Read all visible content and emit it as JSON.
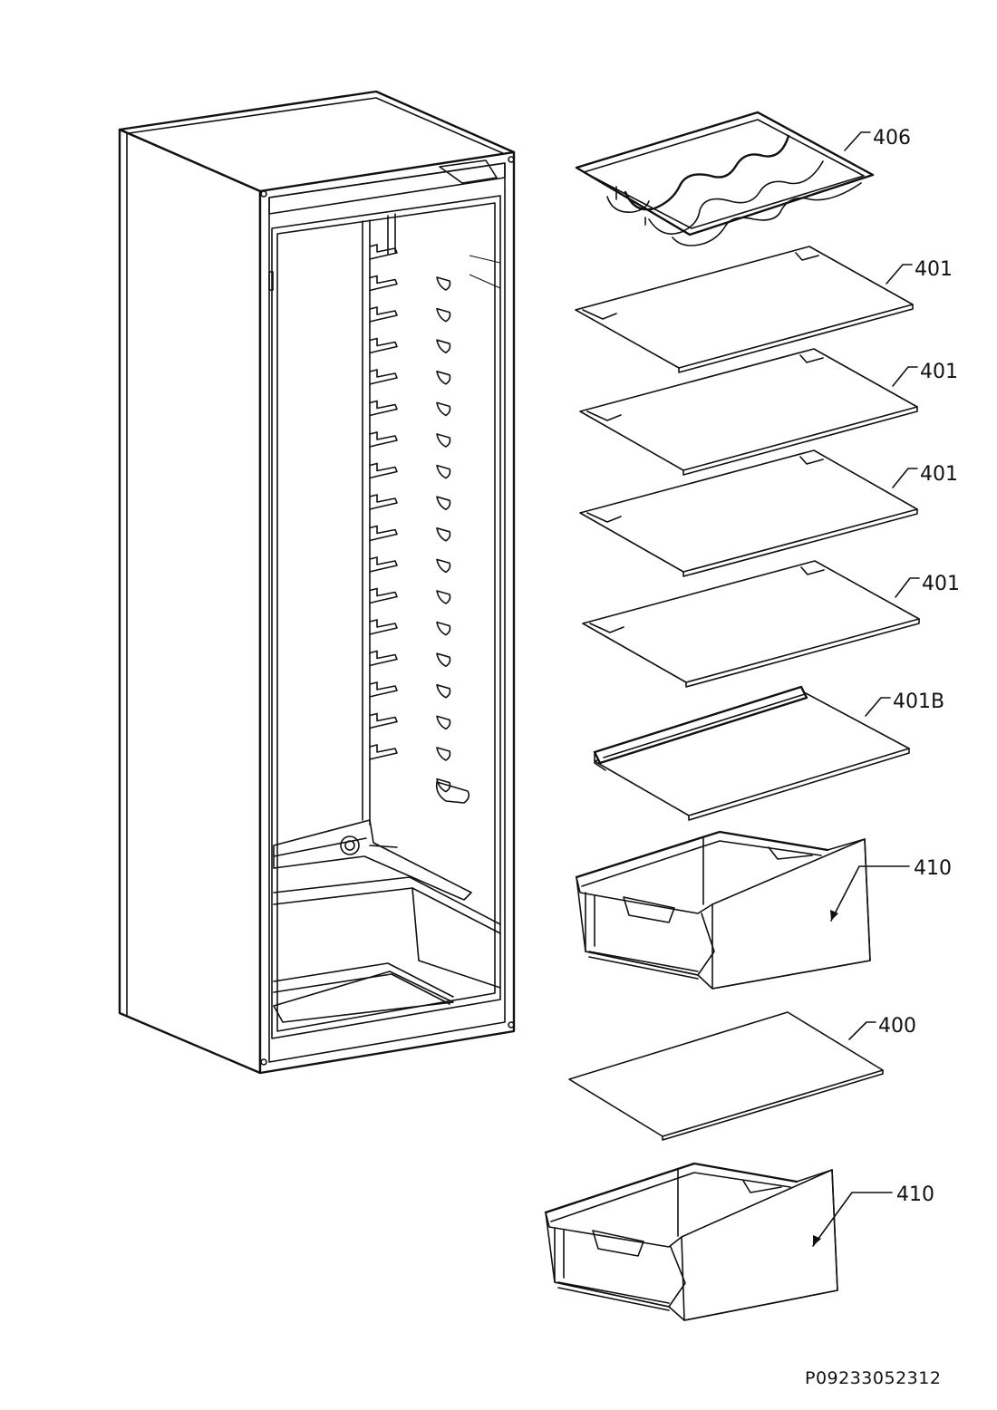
{
  "parts": [
    {
      "id": "406"
    },
    {
      "id": "401"
    },
    {
      "id": "401"
    },
    {
      "id": "401"
    },
    {
      "id": "401"
    },
    {
      "id": "401B"
    },
    {
      "id": "410"
    },
    {
      "id": "400"
    },
    {
      "id": "410"
    }
  ],
  "drawing_code": "P09233052312"
}
